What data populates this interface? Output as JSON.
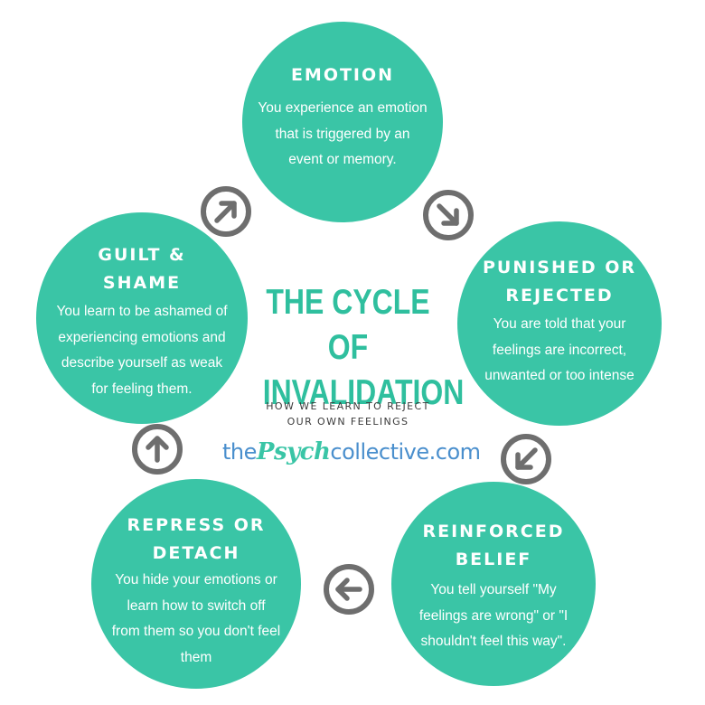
{
  "diagram": {
    "title_line1": "THE CYCLE OF",
    "title_line2": "INVALIDATION",
    "subtitle_line1": "HOW WE LEARN TO REJECT",
    "subtitle_line2": "OUR OWN FEELINGS",
    "logo": {
      "prefix": "the",
      "brand": "Psych",
      "suffix": "collective.com"
    },
    "nodes": {
      "emotion": {
        "title": "EMOTION",
        "desc": [
          "You experience an emotion",
          "that is triggered by an",
          "event or memory."
        ]
      },
      "punished": {
        "title_line1": "PUNISHED OR",
        "title_line2": "REJECTED",
        "desc": [
          "You are told that your",
          "feelings are incorrect,",
          "unwanted or too intense"
        ]
      },
      "reinforced": {
        "title_line1": "REINFORCED",
        "title_line2": "BELIEF",
        "desc": [
          "You tell yourself \"My",
          "feelings are wrong\" or \"I",
          "shouldn't feel this way\"."
        ]
      },
      "repress": {
        "title_line1": "REPRESS OR",
        "title_line2": "DETACH",
        "desc": [
          "You hide your emotions or",
          "learn how to switch off",
          "from them so you don't feel",
          "them"
        ]
      },
      "guilt": {
        "title_line1": "GUILT &",
        "title_line2": "SHAME",
        "desc": [
          "You learn to be ashamed of",
          "experiencing emotions and",
          "describe yourself as weak",
          "for feeling them."
        ]
      }
    },
    "colors": {
      "node_fill": "#3ac5a6",
      "title_text": "#2fbf9e",
      "arrow": "#6e6e6e",
      "logo_text": "#4a8fcd"
    },
    "arrows": [
      "arrow-up-right-icon",
      "arrow-down-right-icon",
      "arrow-down-left-icon",
      "arrow-left-icon",
      "arrow-up-icon"
    ]
  }
}
